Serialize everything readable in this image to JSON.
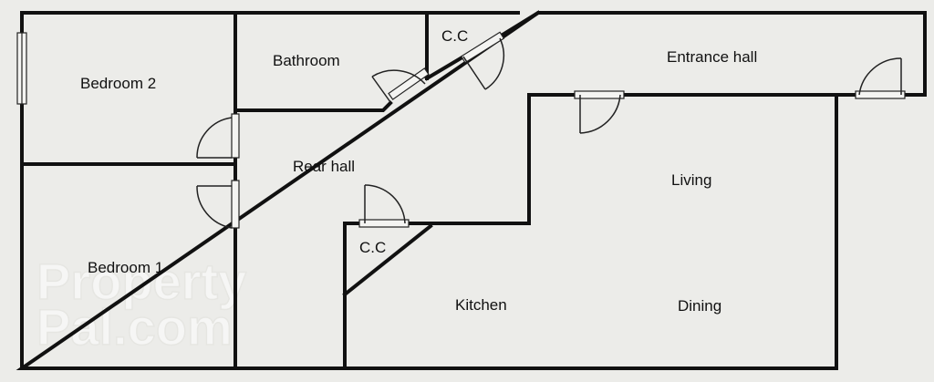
{
  "plan": {
    "rooms": {
      "bedroom_2": "Bedroom 2",
      "bathroom": "Bathroom",
      "cc_top": "C.C",
      "entrance_hall": "Entrance hall",
      "rear_hall": "Rear hall",
      "living": "Living",
      "cc_bottom": "C.C",
      "bedroom_1": "Bedroom 1",
      "kitchen": "Kitchen",
      "dining": "Dining"
    },
    "watermark": {
      "line1": "Property",
      "line2": "Pal.com"
    }
  }
}
